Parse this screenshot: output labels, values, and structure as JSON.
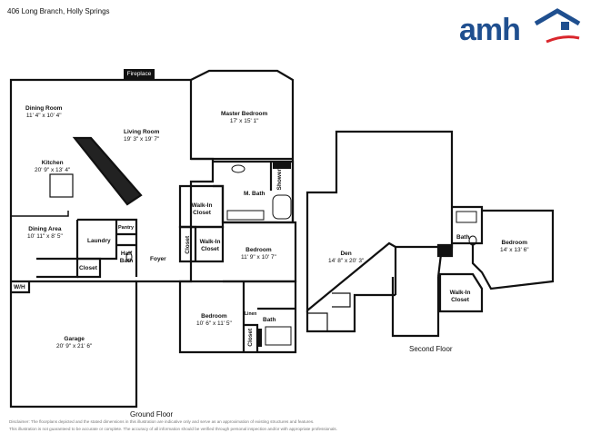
{
  "header": {
    "address": "406 Long Branch, Holly Springs"
  },
  "brand": {
    "logo_text": "amh",
    "logo_color": "#1f4f8f",
    "accent_color": "#d9262c",
    "icon": "house-roof-icon"
  },
  "ground_floor": {
    "label": "Ground Floor",
    "fireplace": "Fireplace",
    "rooms": {
      "dining_room": {
        "name": "Dining Room",
        "size": "11' 4\" x 10' 4\""
      },
      "living_room": {
        "name": "Living Room",
        "size": "19' 3\" x 19' 7\""
      },
      "master_bedroom": {
        "name": "Master Bedroom",
        "size": "17' x 15' 1\""
      },
      "kitchen": {
        "name": "Kitchen",
        "size": "20' 9\" x 13' 4\""
      },
      "m_bath": {
        "name": "M. Bath"
      },
      "shower": {
        "name": "Shower"
      },
      "walkin_closet_1": {
        "name": "Walk-In Closet"
      },
      "walkin_closet_2": {
        "name": "Walk-In Closet"
      },
      "closet_small": {
        "name": "Closet"
      },
      "dining_area": {
        "name": "Dining Area",
        "size": "10' 11\" x 8' 5\""
      },
      "laundry": {
        "name": "Laundry"
      },
      "pantry": {
        "name": "Pantry"
      },
      "half_bath": {
        "name": "Half Bath"
      },
      "closet_hall": {
        "name": "Closet"
      },
      "foyer": {
        "name": "Foyer"
      },
      "bedroom_1": {
        "name": "Bedroom",
        "size": "11' 9\" x 10' 7\""
      },
      "wh": {
        "name": "W/H"
      },
      "garage": {
        "name": "Garage",
        "size": "20' 9\" x 21' 6\""
      },
      "bedroom_2": {
        "name": "Bedroom",
        "size": "10' 6\" x 11' 5\""
      },
      "linen": {
        "name": "Linen"
      },
      "bath": {
        "name": "Bath"
      },
      "closet_bed2": {
        "name": "Closet"
      }
    }
  },
  "second_floor": {
    "label": "Second Floor",
    "rooms": {
      "den": {
        "name": "Den",
        "size": "14' 8\" x 20' 3\""
      },
      "bath": {
        "name": "Bath"
      },
      "bedroom": {
        "name": "Bedroom",
        "size": "14' x 13' 6\""
      },
      "walkin_closet": {
        "name": "Walk-In Closet"
      }
    }
  },
  "disclaimer": {
    "line1": "Disclaimer: The floorplans depicted and the stated dimensions in this illustration are indicative only and serve as an approximation of existing structures and features.",
    "line2": "This illustration is not guaranteed to be accurate or complete. The accuracy of all information should be verified through personal inspection and/or with appropriate professionals."
  }
}
